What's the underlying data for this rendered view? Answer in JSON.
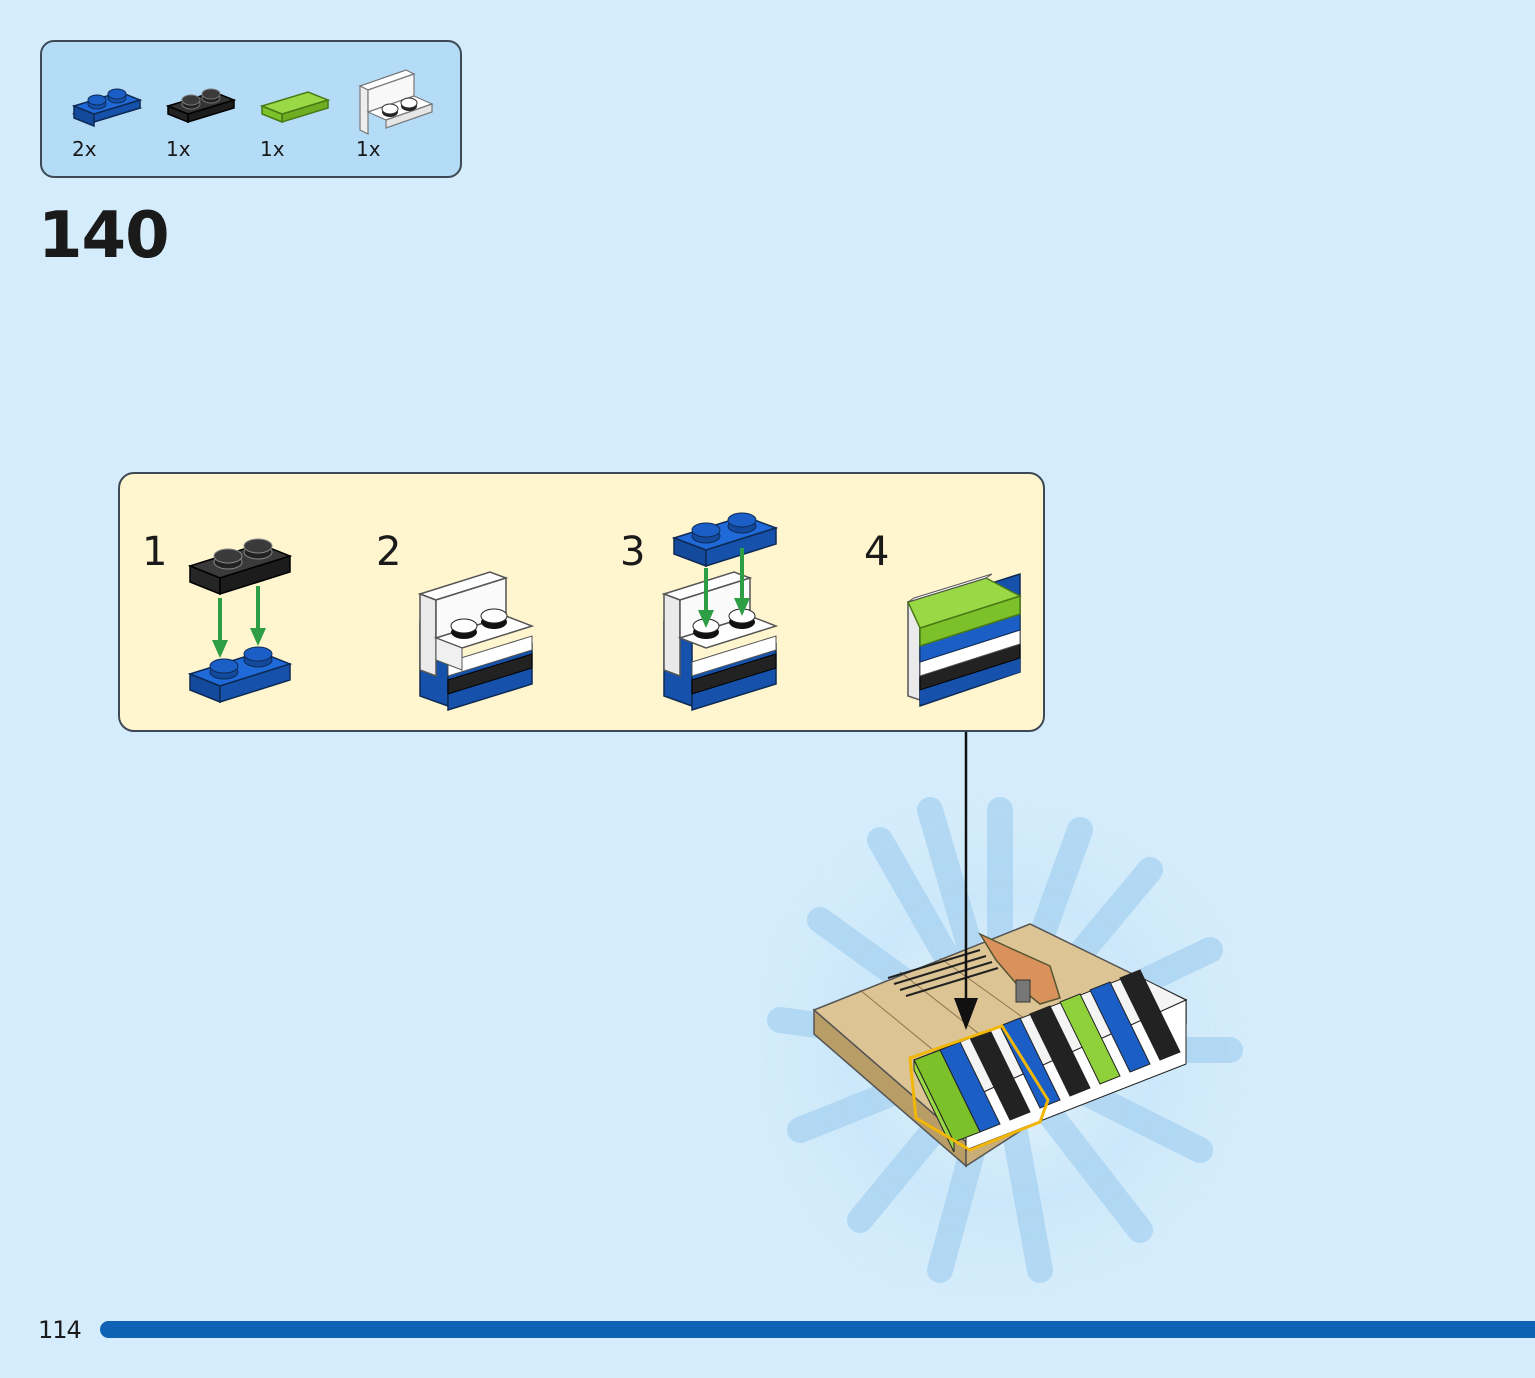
{
  "colors": {
    "background": "#d4ecfb",
    "parts_panel": "#b5dcf7",
    "substep_panel": "#fff5cf",
    "progress": "#0f61b3",
    "brick_blue": "#1b5fc6",
    "brick_black": "#2a2a2a",
    "brick_lime": "#8fd13a",
    "brick_white": "#ffffff",
    "baseplate_tan": "#d8c08e",
    "arrow_green": "#2e9e44",
    "highlight_yellow": "#f2b705"
  },
  "parts": [
    {
      "name": "blue plate 1x2",
      "qty": "2x",
      "color": "#1b5fc6"
    },
    {
      "name": "black plate 1x2",
      "qty": "1x",
      "color": "#2a2a2a"
    },
    {
      "name": "lime tile 1x2",
      "qty": "1x",
      "color": "#8fd13a"
    },
    {
      "name": "white bracket 1x2",
      "qty": "1x",
      "color": "#ffffff"
    }
  ],
  "step": {
    "number": "140"
  },
  "substeps": [
    {
      "number": "1"
    },
    {
      "number": "2"
    },
    {
      "number": "3"
    },
    {
      "number": "4"
    }
  ],
  "footer": {
    "page_number": "114",
    "progress": 1.0
  }
}
